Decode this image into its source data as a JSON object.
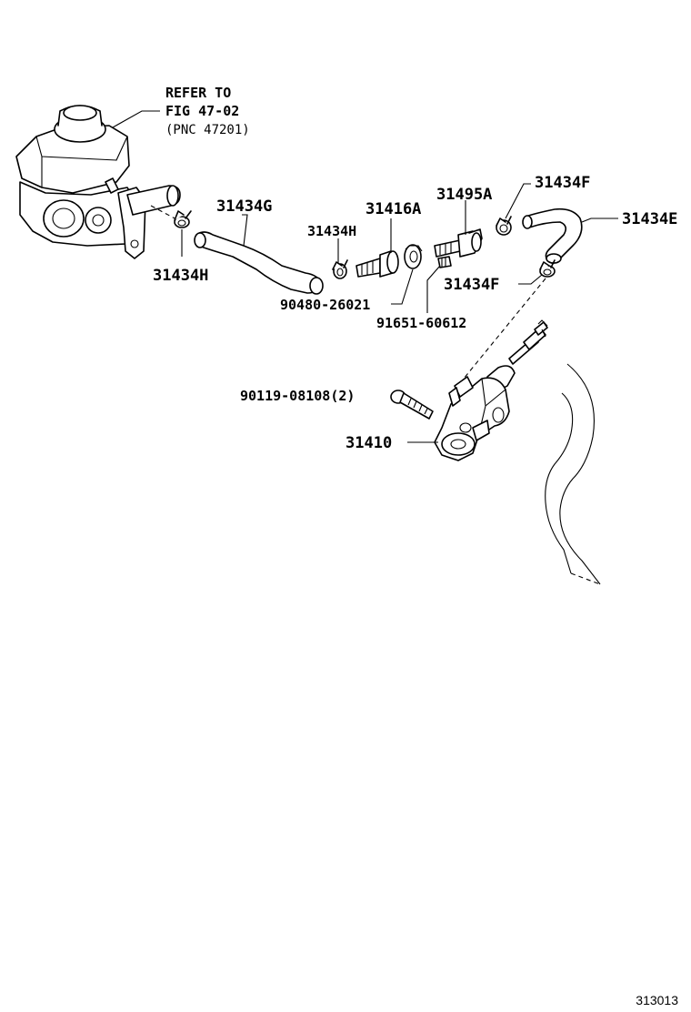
{
  "callout": {
    "line1": "REFER TO",
    "line2": "FIG 47-02",
    "line3": "(PNC 47201)"
  },
  "labels": {
    "hose_g": "31434G",
    "union_a": "31416A",
    "bolt_a": "31495A",
    "clip_f_top": "31434F",
    "hose_e": "31434E",
    "clip_h_left": "31434H",
    "clip_h_mid": "31434H",
    "gasket": "90480-26021",
    "bolt_small": "91651-60612",
    "clip_f_mid": "31434F",
    "bolt_flange": "90119-08108(2)",
    "cylinder": "31410"
  },
  "figure_number": "313013"
}
